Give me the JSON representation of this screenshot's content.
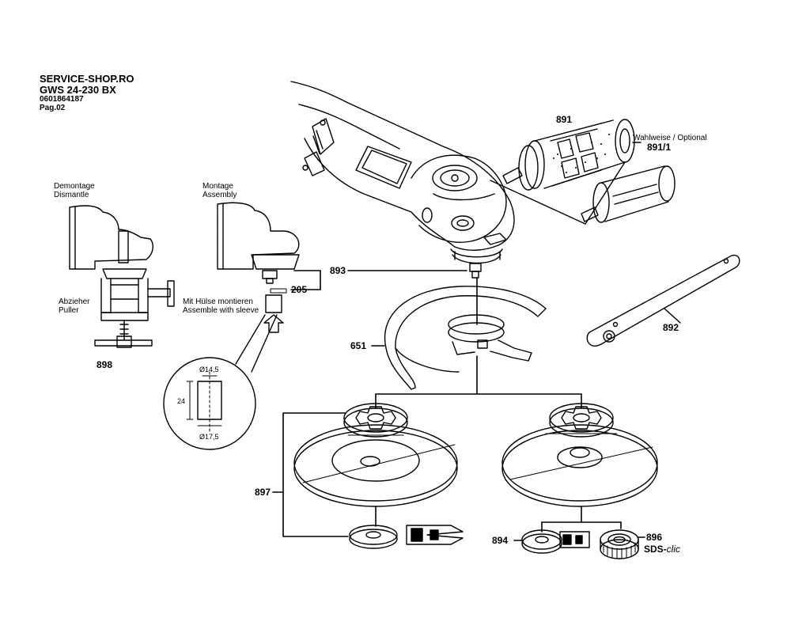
{
  "header": {
    "line1": "SERVICE-SHOP.RO",
    "line2": "GWS 24-230 BX",
    "line3": "0601864187",
    "line4": "Pag.02"
  },
  "captions": {
    "dismantle_de": "Demontage",
    "dismantle_en": "Dismantle",
    "assembly_de": "Montage",
    "assembly_en": "Assembly",
    "puller_de": "Abzieher",
    "puller_en": "Puller",
    "sleeve_de": "Mit Hülse montieren",
    "sleeve_en": "Assemble with sleeve",
    "optional": "Wahlweise / Optional",
    "sds_prefix": "SDS-",
    "sds_suffix": "clic"
  },
  "dimensions": {
    "top": "Ø14,5",
    "height": "24",
    "bottom": "Ø17,5"
  },
  "parts": {
    "p891": "891",
    "p891_1": "891/1",
    "p892": "892",
    "p893": "893",
    "p205": "205",
    "p651": "651",
    "p897": "897",
    "p898": "898",
    "p894": "894",
    "p896": "896"
  }
}
